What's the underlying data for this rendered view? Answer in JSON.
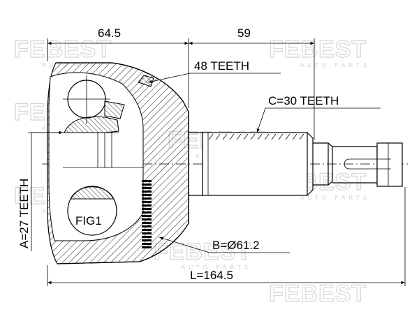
{
  "watermark": {
    "brand": "FEBEST",
    "tagline": "AUTO PARTS"
  },
  "labels": {
    "dim_left": "64.5",
    "dim_right": "59",
    "outer_teeth": "48 TEETH",
    "shaft_teeth": "C=30 TEETH",
    "inner_teeth": "A=27 TEETH",
    "diameter": "B=Ø61.2",
    "length": "L=164.5",
    "figure": "FIG1"
  }
}
